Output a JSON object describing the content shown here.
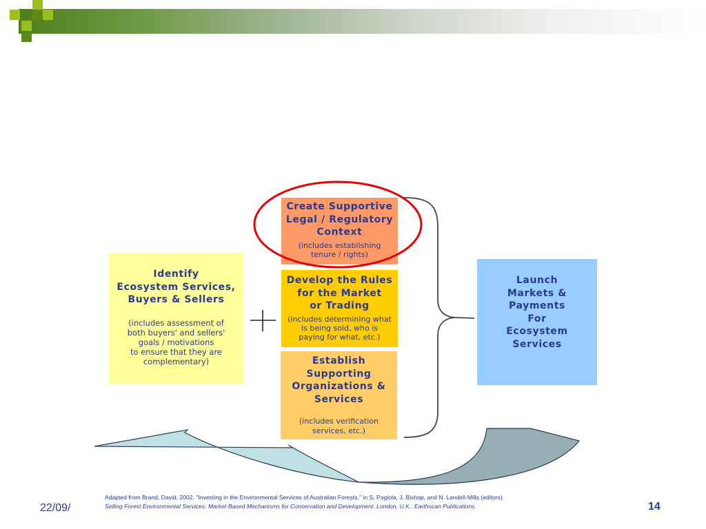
{
  "slide": {
    "date": "22/09/",
    "page_number": "14",
    "accent_color": "#6e9a46"
  },
  "boxes": {
    "identify": {
      "title": "Identify\nEcosystem Services,\nBuyers & Sellers",
      "subtitle": "(includes assessment of\nboth buyers' and sellers'\ngoals / motivations\nto ensure that they are\ncomplementary)",
      "color": "#ffff99"
    },
    "legal": {
      "title": "Create Supportive\nLegal / Regulatory\nContext",
      "subtitle": "(includes establishing\ntenure / rights)",
      "color": "#fc9966"
    },
    "rules": {
      "title": "Develop the Rules\nfor the Market\nor Trading",
      "subtitle": "(includes determining what\nis being sold, who is\npaying for what, etc.)",
      "color": "#ffcc00"
    },
    "orgs": {
      "title": "Establish\nSupporting\nOrganizations &\nServices",
      "subtitle": "(includes verification\nservices, etc.)",
      "color": "#ffcc66"
    },
    "launch": {
      "title": "Launch\nMarkets &\nPayments\nFor\nEcosystem\nServices",
      "color": "#99ccff"
    }
  },
  "highlight": {
    "color": "#e60000"
  },
  "source": {
    "line1": "Adapted from Brand, David. 2002. \"Investing in the Environmental Services of Australian Forests,\" in S. Pagiola, J. Bishop, and N. Landell-Mills (editors).",
    "line2": "Selling Forest Environmental Services: Market-Based Mechanisms for Conservation and Development.  London, U.K.: Earthscan Publications."
  }
}
